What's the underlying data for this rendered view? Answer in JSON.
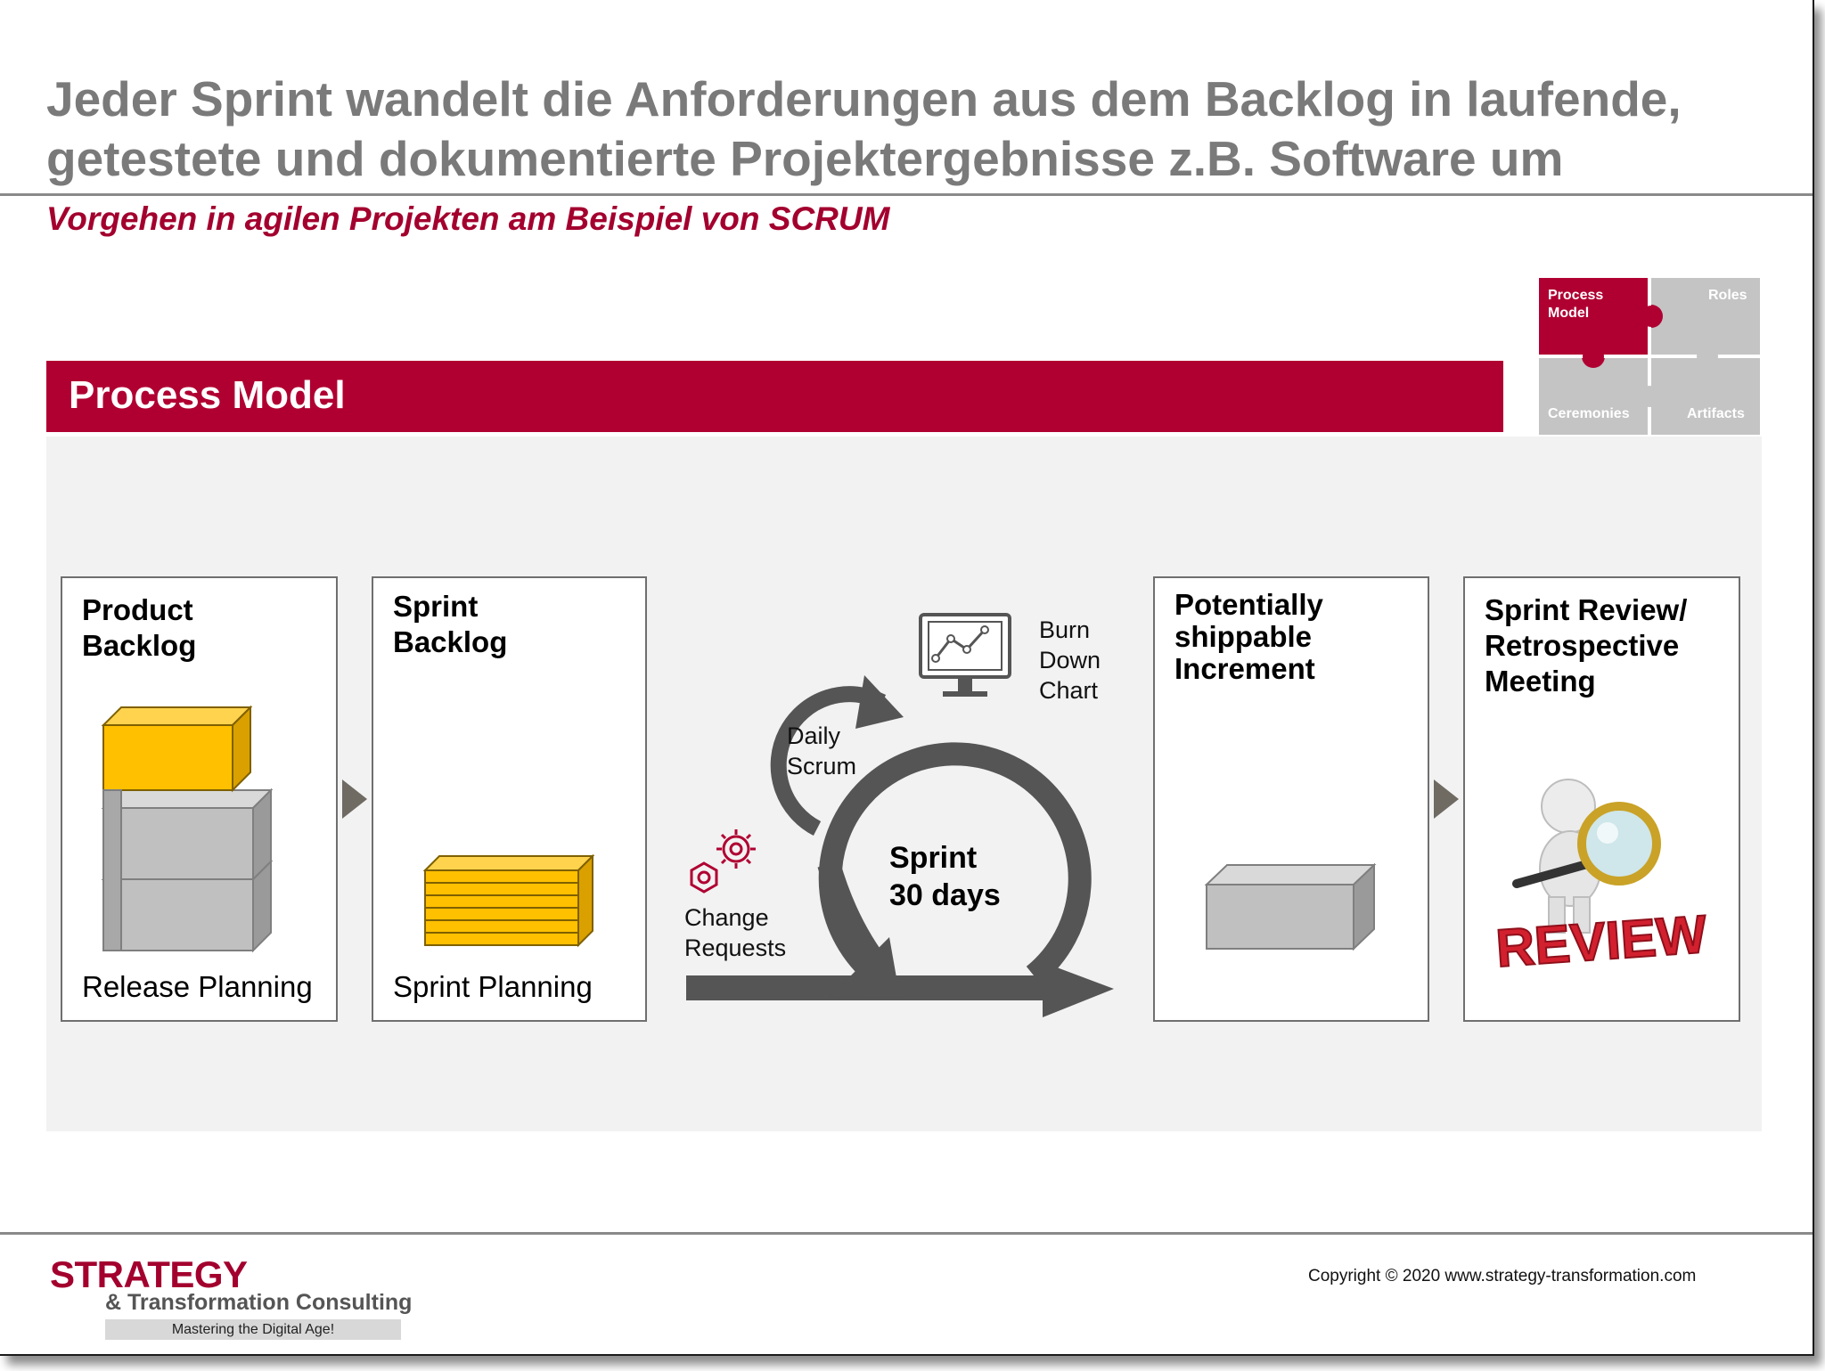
{
  "header": {
    "title": "Jeder Sprint wandelt die Anforderungen aus dem Backlog in laufende, getestete und dokumentierte Projektergebnisse z.B. Software um",
    "subtitle": "Vorgehen in agilen Projekten am Beispiel von SCRUM"
  },
  "puzzle": {
    "process_model": "Process\nModel",
    "roles": "Roles",
    "ceremonies": "Ceremonies",
    "artifacts": "Artifacts",
    "active_color": "#b00032",
    "inactive_color": "#c4c4c4"
  },
  "section": {
    "title": "Process Model"
  },
  "boxes": {
    "product_backlog": {
      "title": "Product\nBacklog",
      "foot": "Release Planning"
    },
    "sprint_backlog": {
      "title": "Sprint\nBacklog",
      "foot": "Sprint Planning"
    },
    "increment": {
      "title": "Potentially\nshippable\nIncrement"
    },
    "review": {
      "title": "Sprint Review/\nRetrospective\nMeeting",
      "stamp": "REVIEW"
    }
  },
  "cycle": {
    "burn_down": "Burn\nDown\nChart",
    "daily_scrum": "Daily\nScrum",
    "sprint": "Sprint\n30 days",
    "change_requests": "Change\nRequests"
  },
  "footer": {
    "brand": "STRATEGY",
    "brand_sub": "& Transformation Consulting",
    "tagline": "Mastering the Digital Age!",
    "copyright": "Copyright © 2020 www.strategy-transformation.com"
  },
  "colors": {
    "accent": "#b00032",
    "title_gray": "#7a7a7a",
    "backlog_yellow": "#ffc000",
    "block_gray": "#c0c0c0"
  }
}
